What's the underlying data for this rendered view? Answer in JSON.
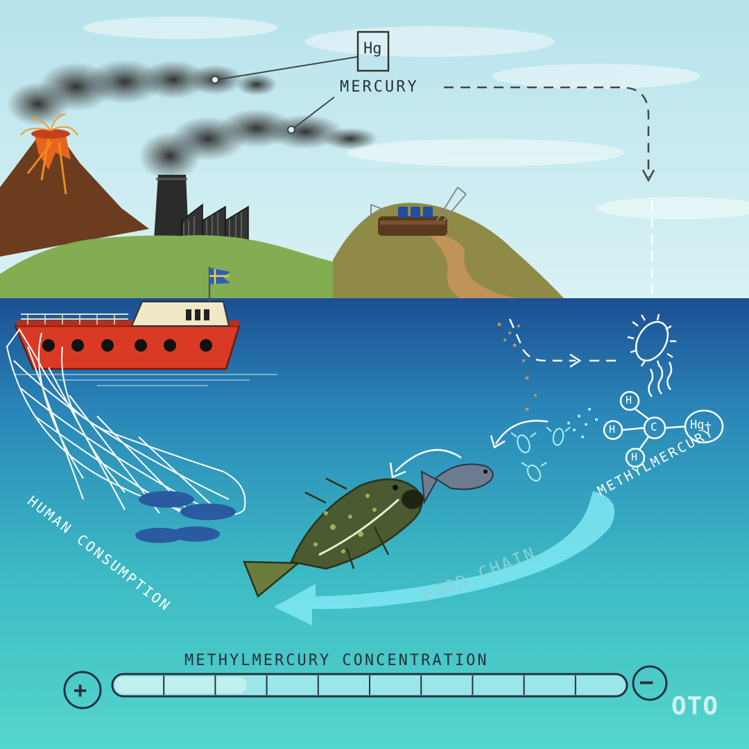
{
  "labels": {
    "hg_symbol": "Hg",
    "mercury": "MERCURY",
    "hg_plus": "Hg+",
    "methylmercury": "METHYLMERCURY",
    "food_chain": "FOOD  CHAIN",
    "human_consumption": "HUMAN CONSUMPTION",
    "concentration_title": "METHYLMERCURY  CONCENTRATION",
    "plus": "+",
    "minus": "−",
    "hydrogen": "H",
    "carbon": "C",
    "logo": "OTO"
  },
  "colors": {
    "sky": "#bfe6ee",
    "sea_top": "#1f5e9e",
    "sea_bottom": "#4fd3cc",
    "hill": "#7ea64c",
    "boat_hull": "#d93a24",
    "ink": "#2a2f3a",
    "food_chain_arrow": "#7fe7f2"
  },
  "concentration_bar": {
    "segments": 10
  }
}
